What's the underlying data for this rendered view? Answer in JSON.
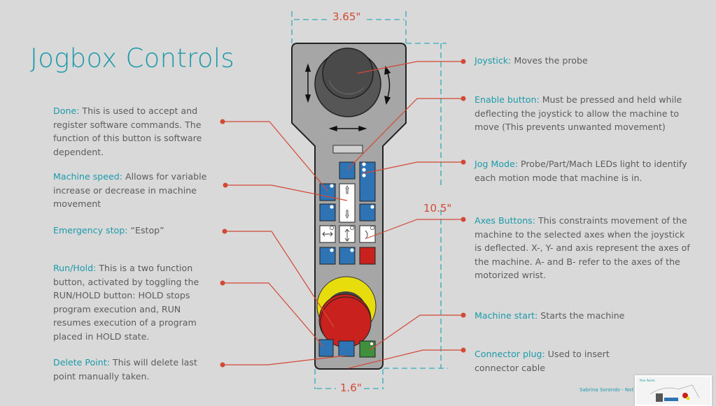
{
  "title": "Jogbox Controls",
  "colors": {
    "accent": "#1b9aaa",
    "callout": "#d24a36",
    "body_gray": "#a6a6a6",
    "button_blue": "#2e74b5",
    "estop_red": "#c9211e",
    "estop_ring": "#e8dd0c",
    "start_green": "#3f8f3c"
  },
  "dimensions": {
    "width_top": "3.65\"",
    "height": "10.5\"",
    "width_bottom": "1.6\""
  },
  "left_descriptions": [
    {
      "label": "Done:",
      "text": " This is used to accept and register software commands. The function of this button is software dependent."
    },
    {
      "label": "Machine speed:",
      "text": " Allows for variable increase or decrease in machine movement"
    },
    {
      "label": "Emergency stop:",
      "text": " “Estop”"
    },
    {
      "label": "Run/Hold:",
      "text": " This is a two function button, activated by toggling the RUN/HOLD button: HOLD stops program execution and, RUN resumes execution of a program placed in HOLD state."
    },
    {
      "label": "Delete Point:",
      "text": " This will delete last point manually taken."
    }
  ],
  "right_descriptions": [
    {
      "label": "Joystick:",
      "text": " Moves the probe"
    },
    {
      "label": "Enable button:",
      "text": " Must be pressed and held while deflecting the joystick to allow the machine to move (This prevents unwanted movement)"
    },
    {
      "label": "Jog Mode:",
      "text": " Probe/Part/Mach LEDs light to identify each motion mode that machine is in."
    },
    {
      "label": "Axes Buttons:",
      "text": " This constraints movement of the machine to the selected axes when the joystick is deflected. X-, Y- and axis represent the axes of the machine. A- and B- refer to the axes of the motorized wrist."
    },
    {
      "label": "Machine start:",
      "text": " Starts the machine"
    },
    {
      "label": "Connector plug:",
      "text": " Used to insert connector cable"
    }
  ],
  "footer": {
    "author": "Sabrina Sorondo - Not Y",
    "thumbnail_title": "Pain Points"
  }
}
